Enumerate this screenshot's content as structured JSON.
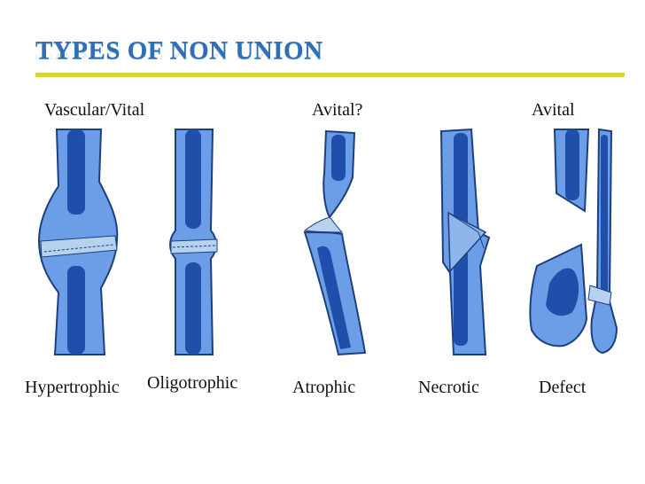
{
  "title": "TYPES OF NON UNION",
  "groups": {
    "vascular": "Vascular/Vital",
    "avital_q": "Avital?",
    "avital": "Avital"
  },
  "types": {
    "hypertrophic": "Hypertrophic",
    "oligotrophic": "Oligotrophic",
    "atrophic": "Atrophic",
    "necrotic": "Necrotic",
    "defect": "Defect"
  },
  "colors": {
    "title": "#2f6fb3",
    "rule": "#d8d23a",
    "bone_fill": "#6b9ee6",
    "bone_outline": "#1c3f80",
    "marrow": "#1f4faa",
    "gap": "#b7d2ee"
  }
}
